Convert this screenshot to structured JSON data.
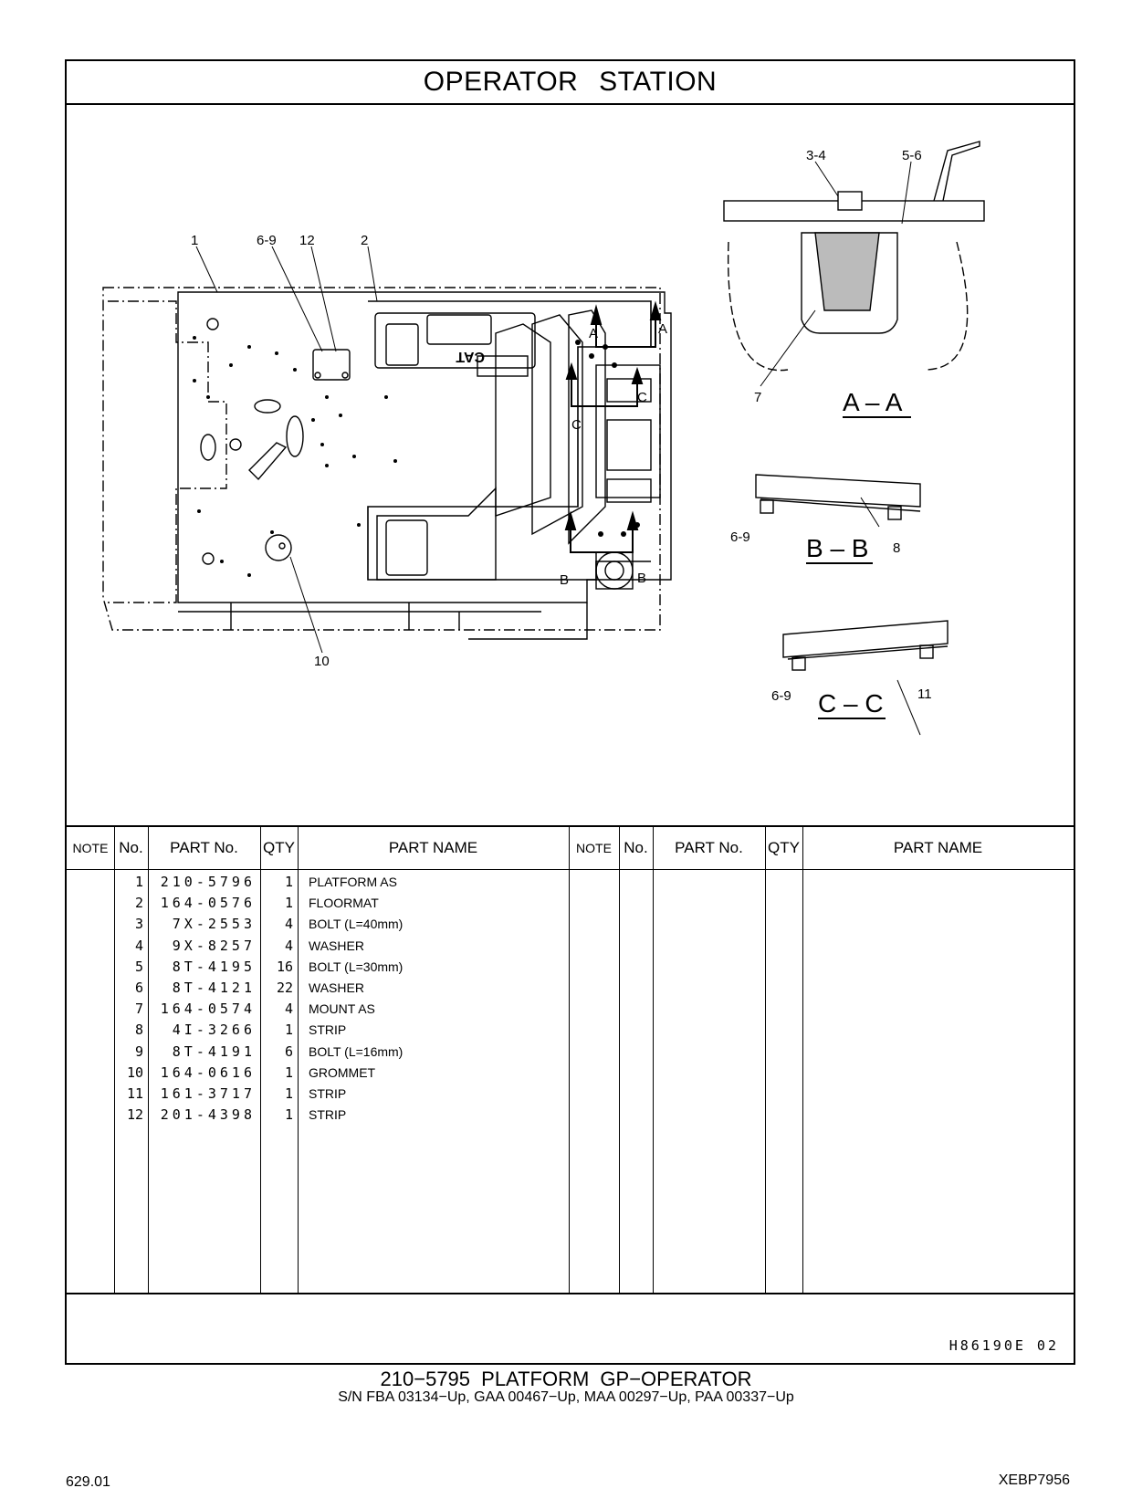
{
  "header": {
    "title": "OPERATOR   STATION"
  },
  "diagram": {
    "callouts": [
      "1",
      "6-9",
      "12",
      "2",
      "10",
      "3-4",
      "5-6",
      "7",
      "6-9",
      "8",
      "6-9",
      "11"
    ],
    "section_labels": [
      "A – A",
      "B – B",
      "C – C"
    ],
    "cut_letters": [
      "A",
      "A",
      "C",
      "C",
      "B",
      "B"
    ],
    "logo_text": "CAT"
  },
  "parts_table": {
    "headers": {
      "note": "NOTE",
      "no": "No.",
      "part_no": "PART No.",
      "qty": "QTY",
      "part_name": "PART NAME"
    },
    "rows": [
      {
        "no": "1",
        "part_no": "210-5796",
        "qty": "1",
        "name": "PLATFORM  AS"
      },
      {
        "no": "2",
        "part_no": "164-0576",
        "qty": "1",
        "name": "FLOORMAT"
      },
      {
        "no": "3",
        "part_no": "7X-2553",
        "qty": "4",
        "name": "BOLT (L=40mm)"
      },
      {
        "no": "4",
        "part_no": "9X-8257",
        "qty": "4",
        "name": "WASHER"
      },
      {
        "no": "5",
        "part_no": "8T-4195",
        "qty": "16",
        "name": "BOLT (L=30mm)"
      },
      {
        "no": "6",
        "part_no": "8T-4121",
        "qty": "22",
        "name": "WASHER"
      },
      {
        "no": "7",
        "part_no": "164-0574",
        "qty": "4",
        "name": "MOUNT  AS"
      },
      {
        "no": "8",
        "part_no": "4I-3266",
        "qty": "1",
        "name": "STRIP"
      },
      {
        "no": "9",
        "part_no": "8T-4191",
        "qty": "6",
        "name": "BOLT (L=16mm)"
      },
      {
        "no": "10",
        "part_no": "164-0616",
        "qty": "1",
        "name": "GROMMET"
      },
      {
        "no": "11",
        "part_no": "161-3717",
        "qty": "1",
        "name": "STRIP"
      },
      {
        "no": "12",
        "part_no": "201-4398",
        "qty": "1",
        "name": "STRIP"
      }
    ]
  },
  "drawing_code": "H86190E   02",
  "caption": {
    "title": "210−5795   PLATFORM  GP−OPERATOR",
    "serials": "S/N FBA 03134−Up, GAA 00467−Up, MAA 00297−Up, PAA 00337−Up"
  },
  "footer": {
    "page": "629.01",
    "doc_id": "XEBP7956"
  }
}
